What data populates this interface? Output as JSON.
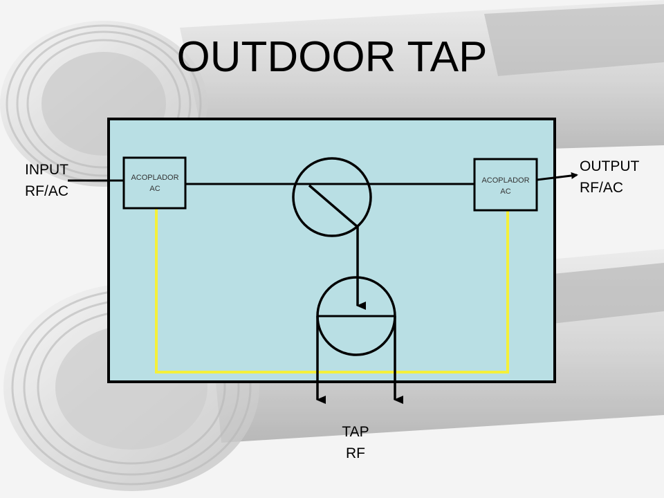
{
  "title": "OUTDOOR TAP",
  "input_label": [
    "INPUT",
    "RF/AC"
  ],
  "output_label": [
    "OUTPUT",
    "RF/AC"
  ],
  "tap_label": [
    "TAP",
    "RF"
  ],
  "left_coupler": [
    "ACOPLADOR",
    "AC"
  ],
  "right_coupler": [
    "ACOPLADOR",
    "AC"
  ],
  "colors": {
    "panel_fill": "#b9dfe4",
    "ac_bypass_line": "#f4f03a",
    "rf_line": "#000000",
    "background_photo": "#d8d8d8"
  }
}
